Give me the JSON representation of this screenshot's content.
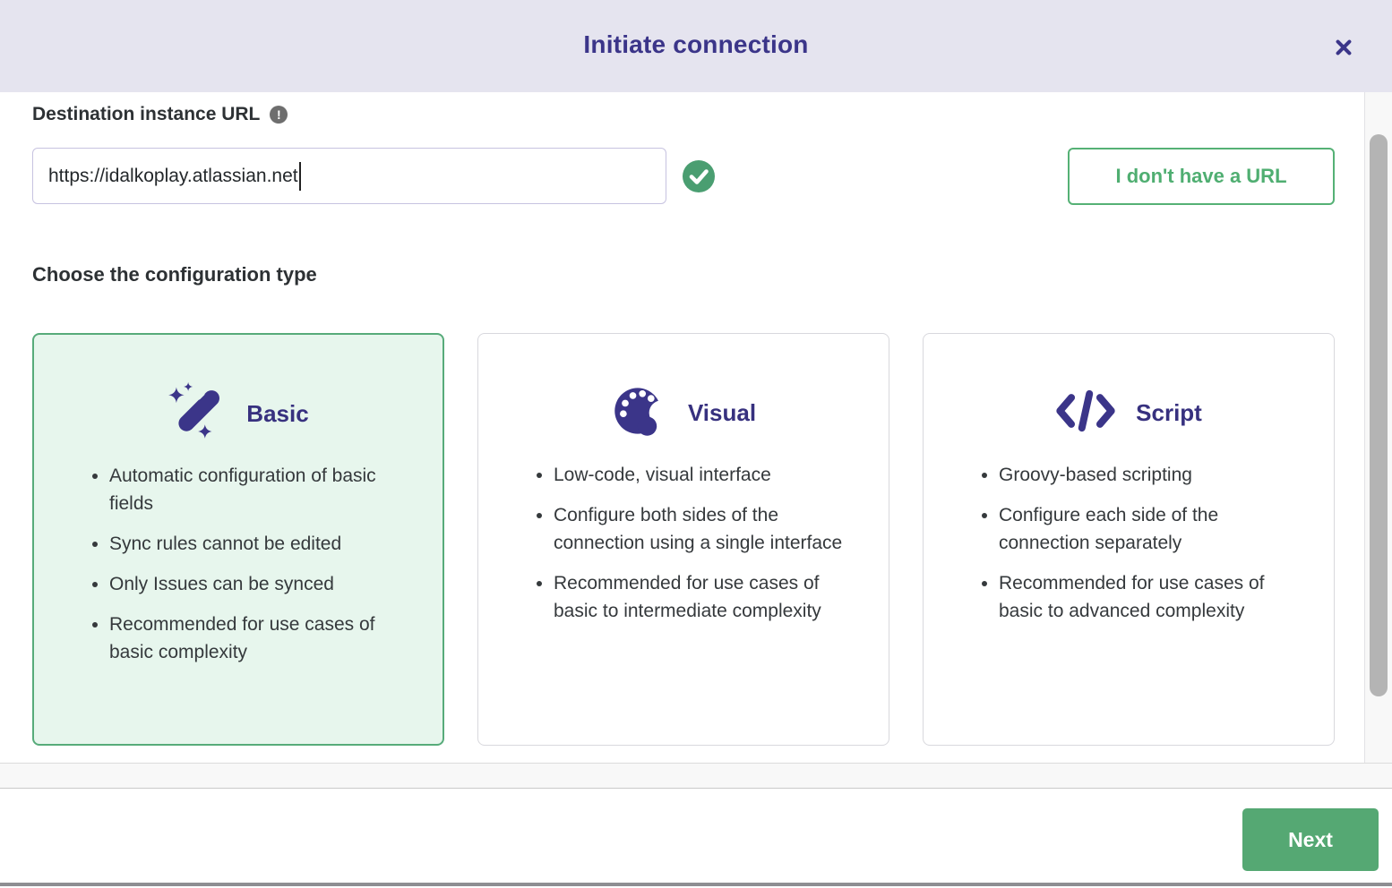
{
  "dialog": {
    "title": "Initiate connection"
  },
  "url_section": {
    "label": "Destination instance URL",
    "input_value": "https://idalkoplay.atlassian.net",
    "no_url_button_label": "I don't have a URL"
  },
  "config_section": {
    "heading": "Choose the configuration type",
    "cards": [
      {
        "title": "Basic",
        "icon": "magic-wand",
        "selected": true,
        "bullets": [
          "Automatic configuration of basic fields",
          "Sync rules cannot be edited",
          "Only Issues can be synced",
          "Recommended for use cases of basic complexity"
        ]
      },
      {
        "title": "Visual",
        "icon": "palette",
        "selected": false,
        "bullets": [
          "Low-code, visual interface",
          "Configure both sides of the connection using a single interface",
          "Recommended for use cases of basic to intermediate complexity"
        ]
      },
      {
        "title": "Script",
        "icon": "code",
        "selected": false,
        "bullets": [
          "Groovy-based scripting",
          "Configure each side of the connection separately",
          "Recommended for use cases of basic to advanced complexity"
        ]
      }
    ]
  },
  "footer": {
    "next_button_label": "Next"
  },
  "colors": {
    "header_bg": "#e5e4ef",
    "title_indigo": "#3b3589",
    "accent_green": "#55a873",
    "outline_button_green": "#55b175",
    "selected_card_bg": "#e7f6ed",
    "selected_card_border": "#57ab7a",
    "valid_check_green": "#4a9e71"
  }
}
